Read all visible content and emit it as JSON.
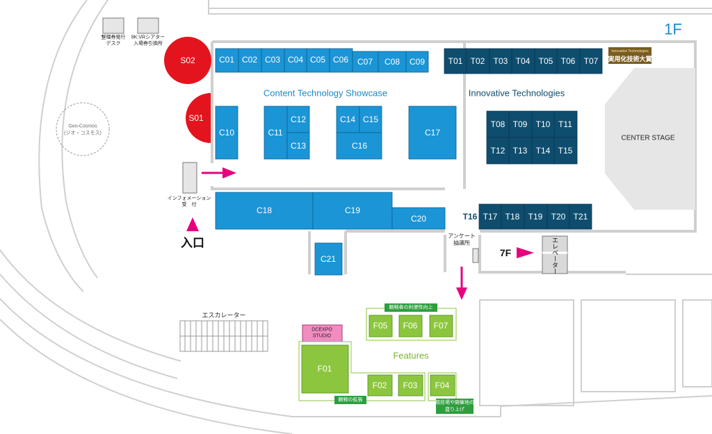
{
  "floor_label": "1F",
  "colors": {
    "content": "#1b95d6",
    "innovative": "#0f4d6e",
    "features": "#8cc63e",
    "features_tag": "#2e9e3e",
    "stage_red": "#e3141e",
    "arrow": "#e6007e",
    "studio": "#f08cc0"
  },
  "zones": {
    "content": "Content Technology Showcase",
    "innovative": "Innovative Technologies",
    "features": "Features",
    "center_stage": "CENTER STAGE"
  },
  "stages": [
    "S02",
    "S01"
  ],
  "content_booths": [
    "C01",
    "C02",
    "C03",
    "C04",
    "C05",
    "C06",
    "C07",
    "C08",
    "C09",
    "C10",
    "C11",
    "C12",
    "C13",
    "C14",
    "C15",
    "C16",
    "C17",
    "C18",
    "C19",
    "C20",
    "C21"
  ],
  "innovative_booths": [
    "T01",
    "T02",
    "T03",
    "T04",
    "T05",
    "T06",
    "T07",
    "T08",
    "T09",
    "T10",
    "T11",
    "T12",
    "T13",
    "T14",
    "T15",
    "T16",
    "T17",
    "T18",
    "T19",
    "T20",
    "T21"
  ],
  "feature_booths": [
    "F01",
    "F02",
    "F03",
    "F04",
    "F05",
    "F06",
    "F07"
  ],
  "facilities": {
    "ticket_desk": [
      "整理券発行",
      "デスク"
    ],
    "vr_theater": [
      "8K:VRシアター",
      "入場券引換所"
    ],
    "geo_cosmos": [
      "Geo-Cosmos",
      "(ジオ・コスモス)"
    ],
    "information": [
      "インフォメーション",
      "受　付"
    ],
    "entrance": "入口",
    "survey": [
      "アンケート",
      "抽選所"
    ],
    "seventh_floor": "7F",
    "elevator": "エレベーター",
    "escalator": "エスカレーター",
    "studio": [
      "DCEXPO",
      "STUDIO"
    ],
    "award": [
      "Innovative Technologies",
      "実用化技術大賞"
    ]
  },
  "feature_tags": {
    "viewer_convenience": "観戦者の利便性向上",
    "watching_expansion": "観戦の拡張",
    "venue_excitement": [
      "競技場や開催地の",
      "盛り上げ"
    ]
  }
}
